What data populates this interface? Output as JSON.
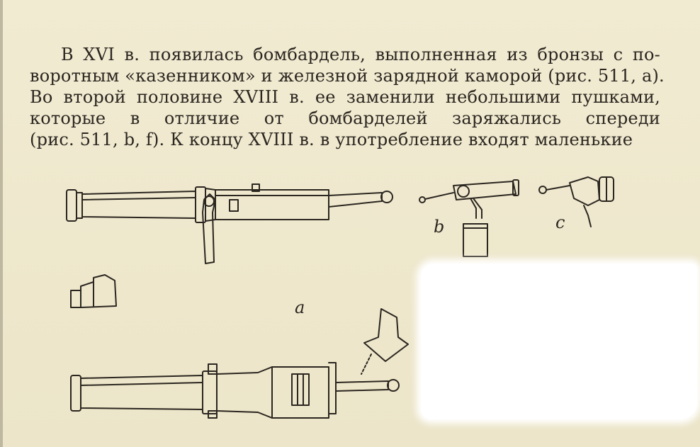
{
  "text": {
    "lines": [
      "В XVI в. появилась бомбардель, выполненная из бронзы с по-",
      "воротным «казенником» и железной зарядной каморой (рис. 511, а).",
      "Во второй половине XVIII в. ее заменили небольшими пушками,",
      "которые в отличие от бомбарделей заряжались спереди",
      "(рис. 511, b, f). К концу XVIII в. в употребление входят маленькие"
    ]
  },
  "figure": {
    "labels": {
      "a": "a",
      "b": "b",
      "c": "c"
    }
  }
}
